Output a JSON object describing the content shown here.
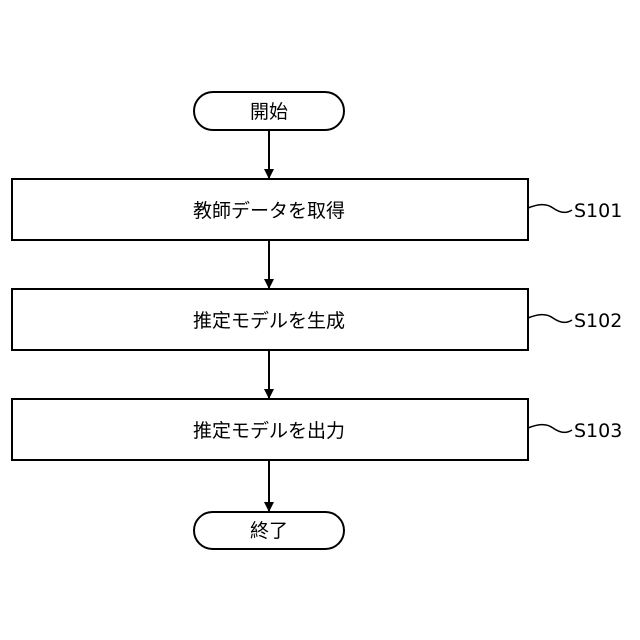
{
  "flow": {
    "start": {
      "label": "開始"
    },
    "steps": [
      {
        "id": "S101",
        "label": "教師データを取得"
      },
      {
        "id": "S102",
        "label": "推定モデルを生成"
      },
      {
        "id": "S103",
        "label": "推定モデルを出力"
      }
    ],
    "end": {
      "label": "終了"
    }
  }
}
